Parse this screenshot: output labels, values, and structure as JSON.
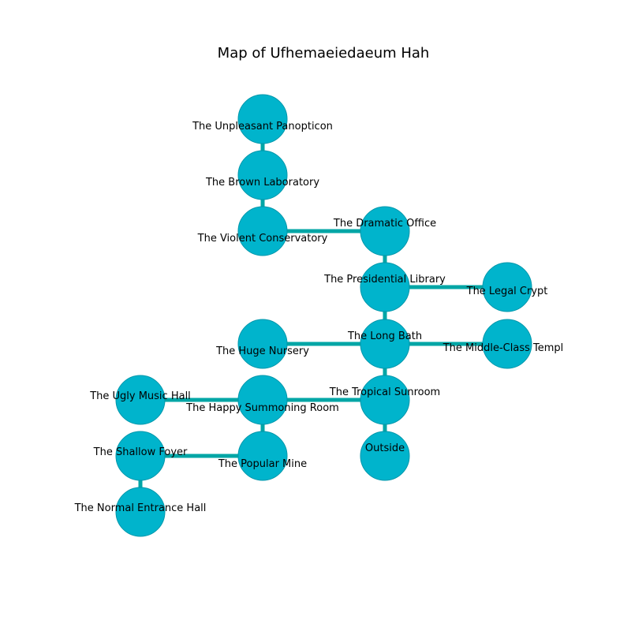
{
  "title": "Map of Ufhemaeiedaeum Hah",
  "colors": {
    "node_fill": "#00b4cc",
    "node_stroke": "#0097ab",
    "edge": "#00a6a6",
    "text": "#000000"
  },
  "rooms": [
    {
      "id": "unpleasant-panopticon",
      "label": "The Unpleasant Panopticon"
    },
    {
      "id": "brown-laboratory",
      "label": "The Brown Laboratory"
    },
    {
      "id": "violent-conservatory",
      "label": "The Violent Conservatory"
    },
    {
      "id": "dramatic-office",
      "label": "The Dramatic Office"
    },
    {
      "id": "presidential-library",
      "label": "The Presidential Library"
    },
    {
      "id": "legal-crypt",
      "label": "The Legal Crypt"
    },
    {
      "id": "huge-nursery",
      "label": "The Huge Nursery"
    },
    {
      "id": "long-bath",
      "label": "The Long Bath"
    },
    {
      "id": "middle-class-templ",
      "label": "The Middle-Class Templ"
    },
    {
      "id": "ugly-music-hall",
      "label": "The Ugly Music Hall"
    },
    {
      "id": "happy-summoning-room",
      "label": "The Happy Summoning Room"
    },
    {
      "id": "tropical-sunroom",
      "label": "The Tropical Sunroom"
    },
    {
      "id": "shallow-foyer",
      "label": "The Shallow Foyer"
    },
    {
      "id": "popular-mine",
      "label": "The Popular Mine"
    },
    {
      "id": "outside",
      "label": "Outside"
    },
    {
      "id": "normal-entrance-hall",
      "label": "The Normal Entrance Hall"
    }
  ],
  "connections": [
    [
      "unpleasant-panopticon",
      "brown-laboratory"
    ],
    [
      "brown-laboratory",
      "violent-conservatory"
    ],
    [
      "violent-conservatory",
      "dramatic-office"
    ],
    [
      "dramatic-office",
      "presidential-library"
    ],
    [
      "presidential-library",
      "legal-crypt"
    ],
    [
      "presidential-library",
      "long-bath"
    ],
    [
      "huge-nursery",
      "long-bath"
    ],
    [
      "long-bath",
      "middle-class-templ"
    ],
    [
      "long-bath",
      "tropical-sunroom"
    ],
    [
      "ugly-music-hall",
      "happy-summoning-room"
    ],
    [
      "happy-summoning-room",
      "tropical-sunroom"
    ],
    [
      "happy-summoning-room",
      "popular-mine"
    ],
    [
      "tropical-sunroom",
      "outside"
    ],
    [
      "shallow-foyer",
      "popular-mine"
    ],
    [
      "shallow-foyer",
      "normal-entrance-hall"
    ]
  ]
}
